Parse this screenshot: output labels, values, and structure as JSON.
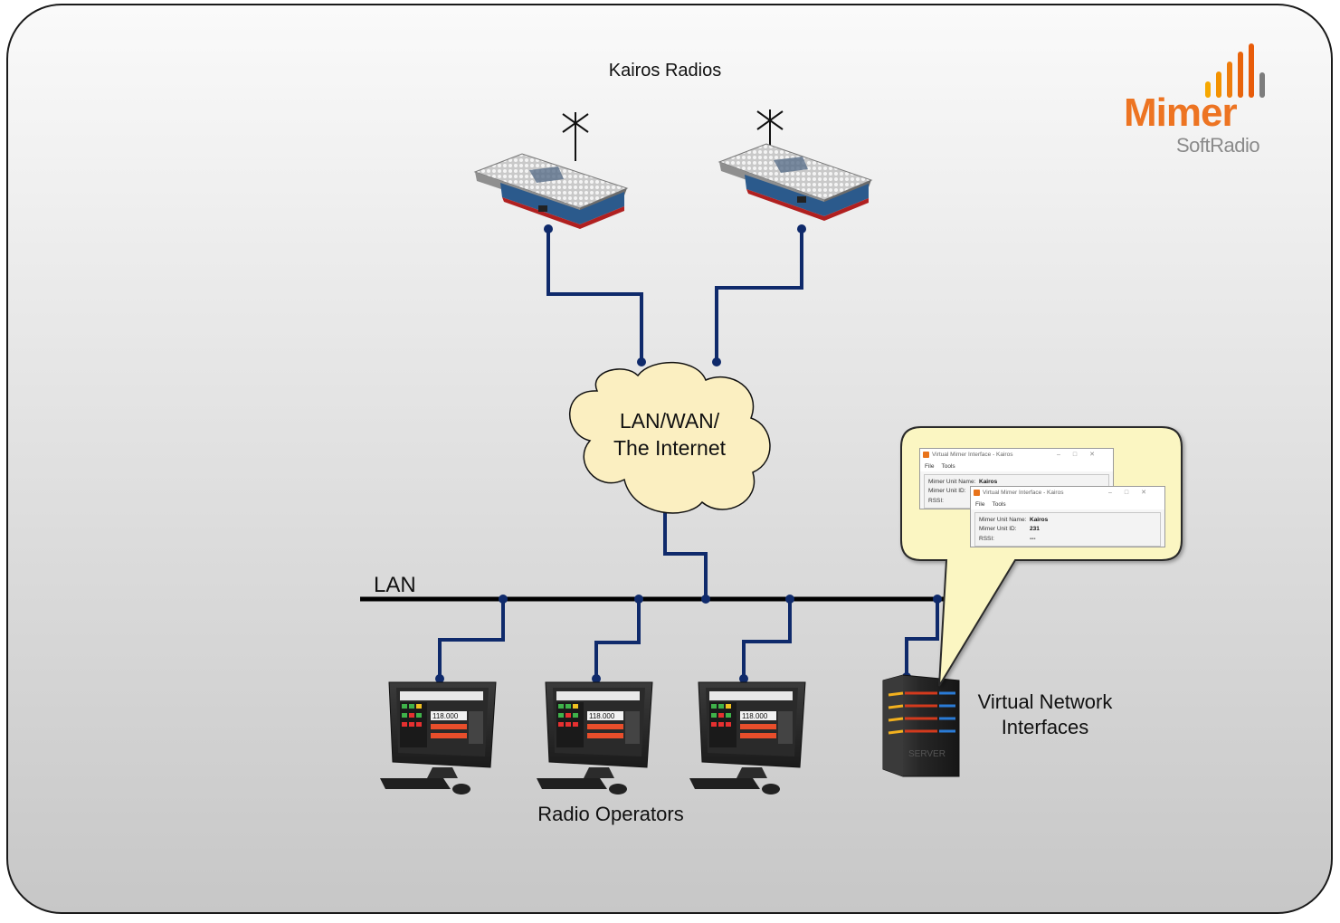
{
  "labels": {
    "radios_title": "Kairos Radios",
    "cloud_line1": "LAN/WAN/",
    "cloud_line2": "The Internet",
    "lan": "LAN",
    "operators": "Radio Operators",
    "vni_line1": "Virtual Network",
    "vni_line2": "Interfaces"
  },
  "logo": {
    "brand": "Mimer",
    "sub": "SoftRadio",
    "bar_colors": [
      "#f6a800",
      "#f39200",
      "#ee7d0e",
      "#e8640c",
      "#7d7d7d"
    ],
    "brand_color": "#ed7422"
  },
  "windows": [
    {
      "title": "Virtual Mimer Interface - Kairos",
      "menu": [
        "File",
        "Tools"
      ],
      "fields": [
        {
          "label": "Mimer Unit Name:",
          "value": "Kairos"
        },
        {
          "label": "Mimer Unit ID:",
          "value": ""
        },
        {
          "label": "RSSI:",
          "value": ""
        }
      ]
    },
    {
      "title": "Virtual Mimer Interface - Kairos",
      "menu": [
        "File",
        "Tools"
      ],
      "fields": [
        {
          "label": "Mimer Unit Name:",
          "value": "Kairos"
        },
        {
          "label": "Mimer Unit ID:",
          "value": "231"
        },
        {
          "label": "RSSI:",
          "value": "---"
        }
      ]
    }
  ],
  "screen_readout": "118.000",
  "server_text": "SERVER",
  "colors": {
    "wire": "#0f2a6b",
    "cloud_fill": "#fbefc1",
    "callout_fill": "#fbf6c2"
  }
}
